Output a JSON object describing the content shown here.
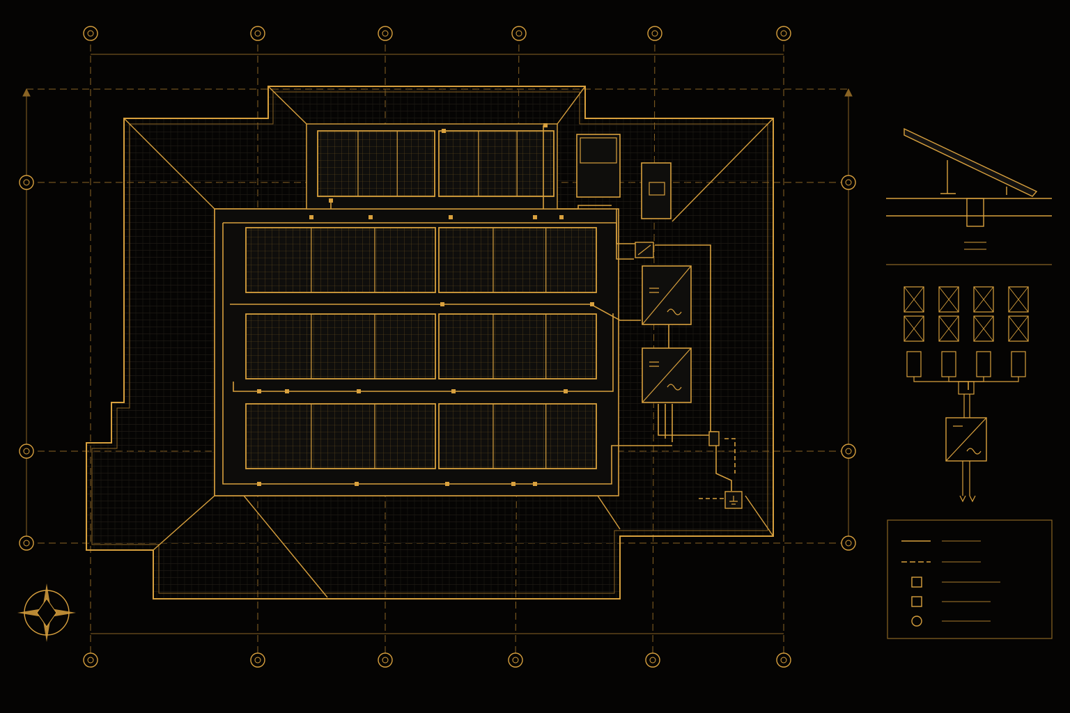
{
  "drawing": {
    "type": "rooftop-solar-plan",
    "colors": {
      "background": "#050403",
      "gold": "#d9a13e",
      "gold_dim": "#8a6424",
      "roof_fill": "#141210",
      "panel_fill": "#0f0e0c"
    }
  },
  "grid": {
    "top_marker_count": 6,
    "bottom_marker_count": 6,
    "left_marker_count": 3,
    "right_marker_count": 3
  },
  "roof": {
    "ridge_style": "hip-roof",
    "panel_arrays": {
      "upper_row_panels": 2,
      "main_rows": 3,
      "panels_per_main_row": 2
    }
  },
  "equipment": {
    "meter": "meter-box",
    "disconnect": "ac-disconnect",
    "inverters": 2,
    "junction": "combiner-box",
    "ground": "ground-terminal"
  },
  "details": {
    "mount_detail": "tilt-mount-section",
    "string_diagram": {
      "module_columns": 4,
      "modules_per_column": 2
    },
    "legend": {
      "rows": 5,
      "symbols": [
        "solid-line",
        "dashed-line",
        "square",
        "square",
        "circle"
      ]
    }
  },
  "compass": "compass-rose-icon"
}
